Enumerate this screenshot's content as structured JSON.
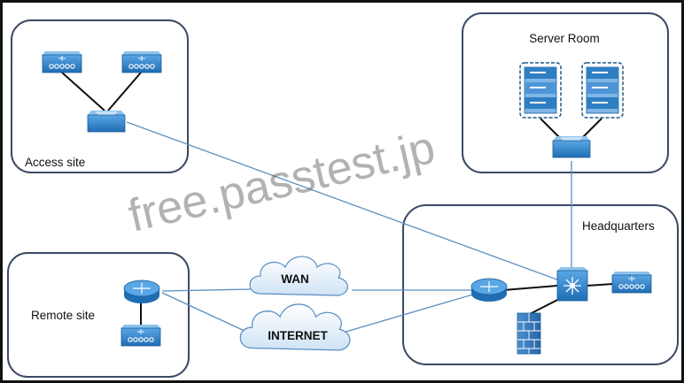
{
  "sites": {
    "access": "Access site",
    "server_room": "Server Room",
    "headquarters": "Headquarters",
    "remote": "Remote site"
  },
  "clouds": {
    "wan": "WAN",
    "internet": "INTERNET"
  },
  "watermark": "free.passtest.jp",
  "colors": {
    "device_blue": "#2f7ec2",
    "link_blue": "#5b8ec2",
    "site_border": "#3b4a63",
    "server_dash": "#1f5a8c"
  },
  "icons": {
    "access_switch": "access-switch-icon",
    "distribution_switch": "distribution-switch-icon",
    "multilayer_switch": "multilayer-switch-icon",
    "router": "router-icon",
    "server": "server-icon",
    "firewall": "firewall-icon",
    "cloud": "cloud-icon"
  }
}
